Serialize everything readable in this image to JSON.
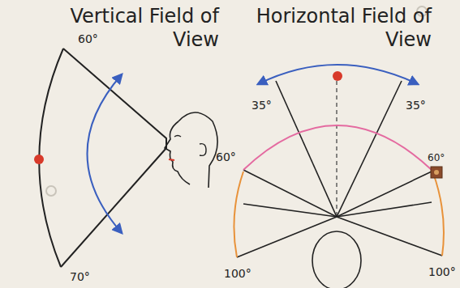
{
  "diagram": {
    "labels": [
      "Vertical Field of View",
      "Horizontal Field of View",
      "60°",
      "70°",
      "35°",
      "35°",
      "60°",
      "60°",
      "100°",
      "100°"
    ]
  }
}
